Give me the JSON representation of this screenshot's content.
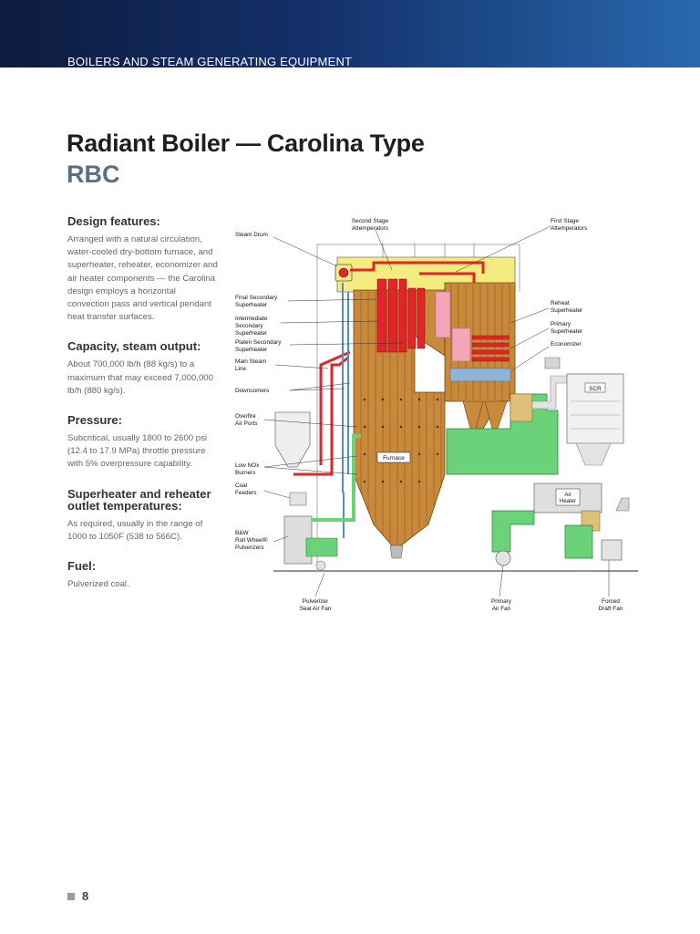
{
  "header": {
    "section_label": "BOILERS AND STEAM GENERATING EQUIPMENT",
    "band_colors": [
      "#0d1b3e",
      "#2a68ad"
    ]
  },
  "title": "Radiant Boiler — Carolina Type",
  "subtitle": "RBC",
  "features": [
    {
      "heading": "Design features:",
      "text": "Arranged with a natural circulation, water-cooled dry-bottom furnace, and superheater, reheater, economizer and air heater components — the Carolina design employs a horizontal convection pass and vertical pendant heat transfer surfaces."
    },
    {
      "heading": "Capacity, steam output:",
      "text": "About 700,000 lb/h (88 kg/s) to a maximum that may exceed 7,000,000 lb/h (880 kg/s)."
    },
    {
      "heading": "Pressure:",
      "text": "Subcritical, usually 1800 to 2600 psi (12.4 to 17.9 MPa) throttle pressure with 5% overpressure capability."
    },
    {
      "heading": "Superheater and reheater outlet temperatures:",
      "text": "As required, usually in the range of 1000 to 1050F (538 to 566C)."
    },
    {
      "heading": "Fuel:",
      "text": "Pulverized coal."
    }
  ],
  "diagram": {
    "labels": {
      "second_stage_attemperators": [
        "Second Stage",
        "Attemperators"
      ],
      "first_stage_attemperators": [
        "First Stage",
        "Attemperators"
      ],
      "steam_drum": [
        "Steam Drum"
      ],
      "final_secondary_superheater": [
        "Final Secondary",
        "Superheater"
      ],
      "intermediate_secondary_superheater": [
        "Intermediate",
        "Secondary",
        "Superheater"
      ],
      "platen_secondary_superheater": [
        "Platen Secondary",
        "Superheater"
      ],
      "main_steam_line": [
        "Main Steam",
        "Line"
      ],
      "downcomers": [
        "Downcomers"
      ],
      "overfire_air_ports": [
        "Overfire",
        "Air Ports"
      ],
      "low_nox_burners": [
        "Low NOx",
        "Burners"
      ],
      "coal_feeders": [
        "Coal",
        "Feeders"
      ],
      "pulverizers": [
        "B&W",
        "Roll Wheel®",
        "Pulverizers"
      ],
      "reheat_superheater": [
        "Reheat",
        "Superheater"
      ],
      "primary_superheater": [
        "Primary",
        "Superheater"
      ],
      "economizer": [
        "Economizer"
      ],
      "scr": [
        "SCR"
      ],
      "air_heater": [
        "Air",
        "Heater"
      ],
      "furnace": [
        "Furnace"
      ],
      "pulverizer_seal_air_fan": [
        "Pulverizer",
        "Seal Air Fan"
      ],
      "primary_air_fan": [
        "Primary",
        "Air Fan"
      ],
      "forced_draft_fan": [
        "Forced",
        "Draft Fan"
      ]
    },
    "colors": {
      "furnace": "#c8893a",
      "flue": "#6cd27a",
      "steam_lines": "#e0262b",
      "water_lines": "#4f8fd0",
      "drum_enclosure": "#f4ec7e",
      "reheater": "#f3a6b8",
      "economizer": "#8fb4d8",
      "air_heater": "#dfc07a"
    }
  },
  "footer": {
    "page_number": "8"
  }
}
